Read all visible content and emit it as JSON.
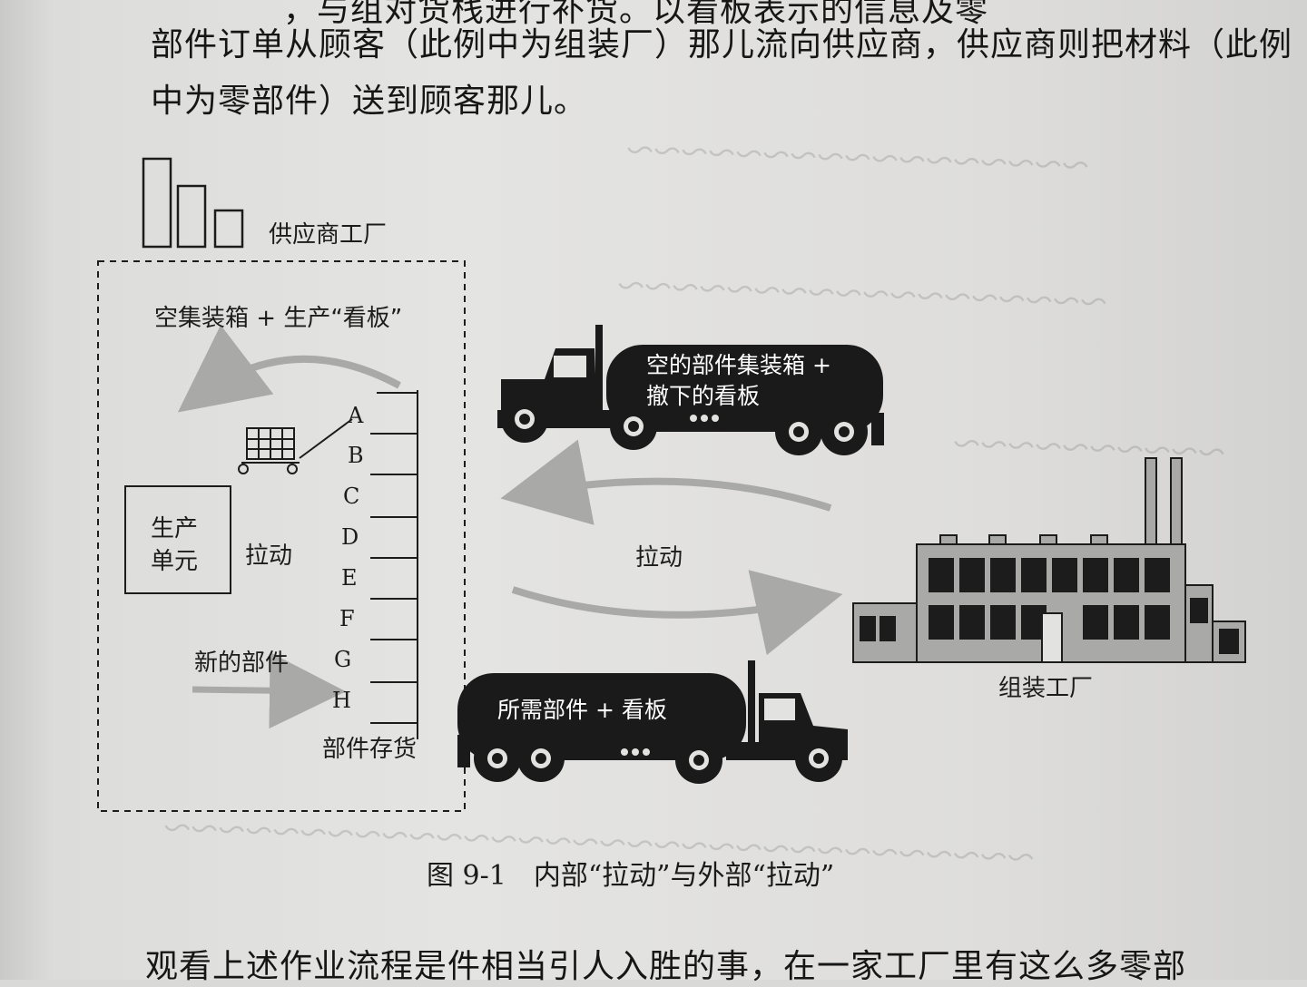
{
  "text": {
    "line_top_partial": "，与组对货栈进行补货。以看板表示的信息及零",
    "line_1": "部件订单从顾客（此例中为组装厂）那儿流向供应商，供应商则把材料（此例",
    "line_2": "中为零部件）送到顾客那儿。",
    "line_bottom": "观看上述作业流程是件相当引人入胜的事，在一家工厂里有这么多零部"
  },
  "figure": {
    "supplier_factory": "供应商工厂",
    "container_label": "空集装箱 + 生产“看板”",
    "production_cell": [
      "生产",
      "单元"
    ],
    "pull_inner": "拉动",
    "new_parts": "新的部件",
    "inventory": "部件存货",
    "letters": [
      "A",
      "B",
      "C",
      "D",
      "E",
      "F",
      "G",
      "H"
    ],
    "truck_top": [
      "空的部件集装箱 +",
      "撤下的看板"
    ],
    "truck_bottom": "所需部件 + 看板",
    "pull_outer": "拉动",
    "assembly_plant": "组装工厂",
    "caption": "图 9-1　内部“拉动”与外部“拉动”"
  },
  "colors": {
    "ink": "#141414",
    "paper": "#e2e2e0",
    "arrow": "#a9a9a7",
    "truck": "#1a1a1a"
  }
}
